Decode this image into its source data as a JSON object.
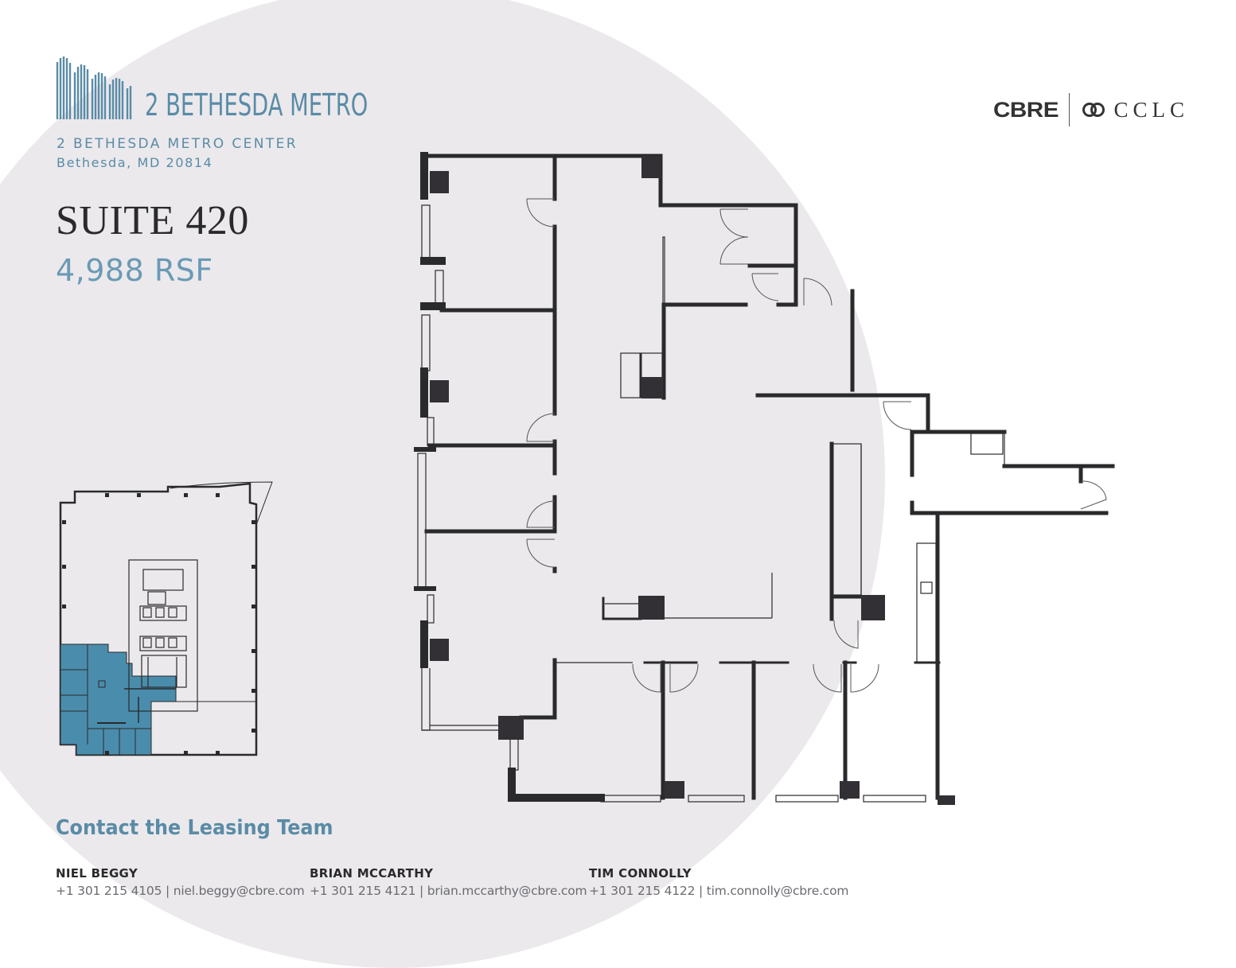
{
  "building": {
    "logo_name": "2 BETHESDA METRO",
    "address_line1": "2 BETHESDA METRO CENTER",
    "address_line2": "Bethesda, MD 20814"
  },
  "suite": {
    "title": "SUITE 420",
    "area": "4,988 RSF"
  },
  "brands": {
    "primary": "CBRE",
    "secondary": "CCLC"
  },
  "contact": {
    "heading": "Contact the Leasing Team",
    "people": [
      {
        "name": "NIEL BEGGY",
        "phone": "+1 301 215 4105",
        "email": "niel.beggy@cbre.com",
        "details": "+1 301 215 4105 | niel.beggy@cbre.com"
      },
      {
        "name": "BRIAN MCCARTHY",
        "phone": "+1 301 215 4121",
        "email": "brian.mccarthy@cbre.com",
        "details": "+1 301 215 4121 | brian.mccarthy@cbre.com"
      },
      {
        "name": "TIM CONNOLLY",
        "phone": "+1 301 215 4122",
        "email": "tim.connolly@cbre.com",
        "details": "+1 301 215 4122 | tim.connolly@cbre.com"
      }
    ]
  },
  "colors": {
    "accent": "#5a8ba6",
    "highlight_suite": "#4a8cab",
    "background_circle": "#ebe9ec",
    "wall": "#2a2a2c"
  },
  "icons": {
    "logo": "building-bars-icon",
    "cclc": "interlocking-rings-icon"
  }
}
